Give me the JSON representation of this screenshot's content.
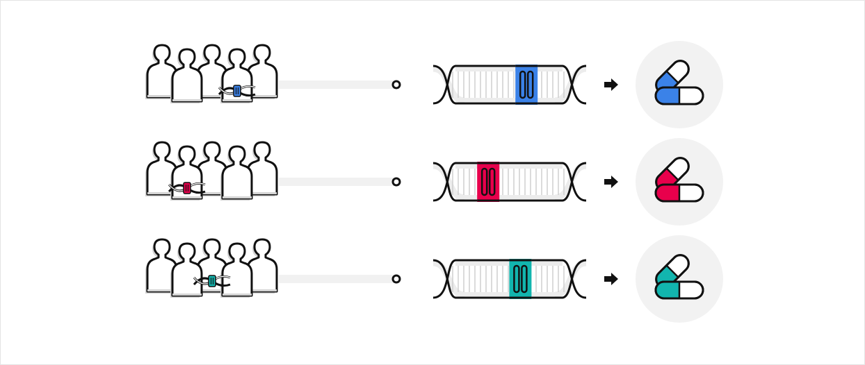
{
  "colors": {
    "outline": "#111111",
    "person_fill": "#ffffff",
    "person_shadow": "#d3d3d3",
    "connector": "#f1f1f1",
    "dna_fill": "#ececec",
    "dna_rungs": "#cfcfcf",
    "circle_bg": "#f2f2f2"
  },
  "rows": [
    {
      "variant_color": "#3b82e8",
      "highlighted_person": 3,
      "variant_position": 0.61
    },
    {
      "variant_color": "#e8004c",
      "highlighted_person": 1,
      "variant_position": 0.36
    },
    {
      "variant_color": "#12b5ae",
      "highlighted_person": 2,
      "variant_position": 0.57
    }
  ],
  "icons": {
    "group": "people-group-icon",
    "dna": "dna-helix-icon",
    "arrow": "arrow-right-icon",
    "medicine": "capsule-pill-icon"
  }
}
